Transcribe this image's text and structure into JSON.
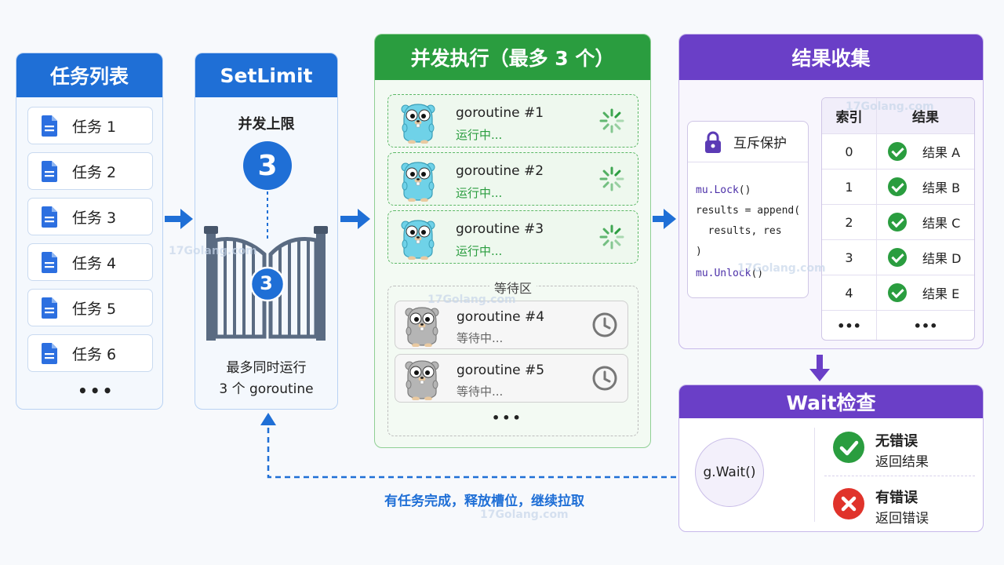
{
  "tasks": {
    "title": "任务列表",
    "items": [
      "任务 1",
      "任务 2",
      "任务 3",
      "任务 4",
      "任务 5",
      "任务 6"
    ],
    "more": "•••"
  },
  "limit": {
    "title": "SetLimit",
    "subtitle": "并发上限",
    "value": "3",
    "gate_value": "3",
    "caption_line1": "最多同时运行",
    "caption_line2": "3 个 goroutine"
  },
  "exec": {
    "title": "并发执行（最多 3 个）",
    "running": [
      {
        "name": "goroutine #1",
        "status": "运行中..."
      },
      {
        "name": "goroutine #2",
        "status": "运行中..."
      },
      {
        "name": "goroutine #3",
        "status": "运行中..."
      }
    ],
    "wait_zone_label": "等待区",
    "waiting": [
      {
        "name": "goroutine #4",
        "status": "等待中..."
      },
      {
        "name": "goroutine #5",
        "status": "等待中..."
      }
    ],
    "more": "•••"
  },
  "results": {
    "title": "结果收集",
    "mutex_title": "互斥保护",
    "code": {
      "l1_kw": "mu.Lock",
      "l1_rest": "()",
      "l2": "results = append(",
      "l3": "  results, res",
      "l4": ")",
      "l5_kw": "mu.Unlock",
      "l5_rest": "()"
    },
    "table": {
      "header": [
        "索引",
        "结果"
      ],
      "rows": [
        {
          "idx": "0",
          "val": "结果 A"
        },
        {
          "idx": "1",
          "val": "结果 B"
        },
        {
          "idx": "2",
          "val": "结果 C"
        },
        {
          "idx": "3",
          "val": "结果 D"
        },
        {
          "idx": "4",
          "val": "结果 E"
        }
      ],
      "more": "•••"
    }
  },
  "wait": {
    "title": "Wait检查",
    "call": "g.Wait()",
    "ok_title": "无错误",
    "ok_desc": "返回结果",
    "err_title": "有错误",
    "err_desc": "返回错误"
  },
  "feedback": "有任务完成，释放槽位，继续拉取",
  "watermark": "17Golang.com",
  "colors": {
    "blue": "#1f6fd6",
    "green": "#2a9d3f",
    "purple": "#6a3fc7",
    "red": "#e0332b"
  }
}
